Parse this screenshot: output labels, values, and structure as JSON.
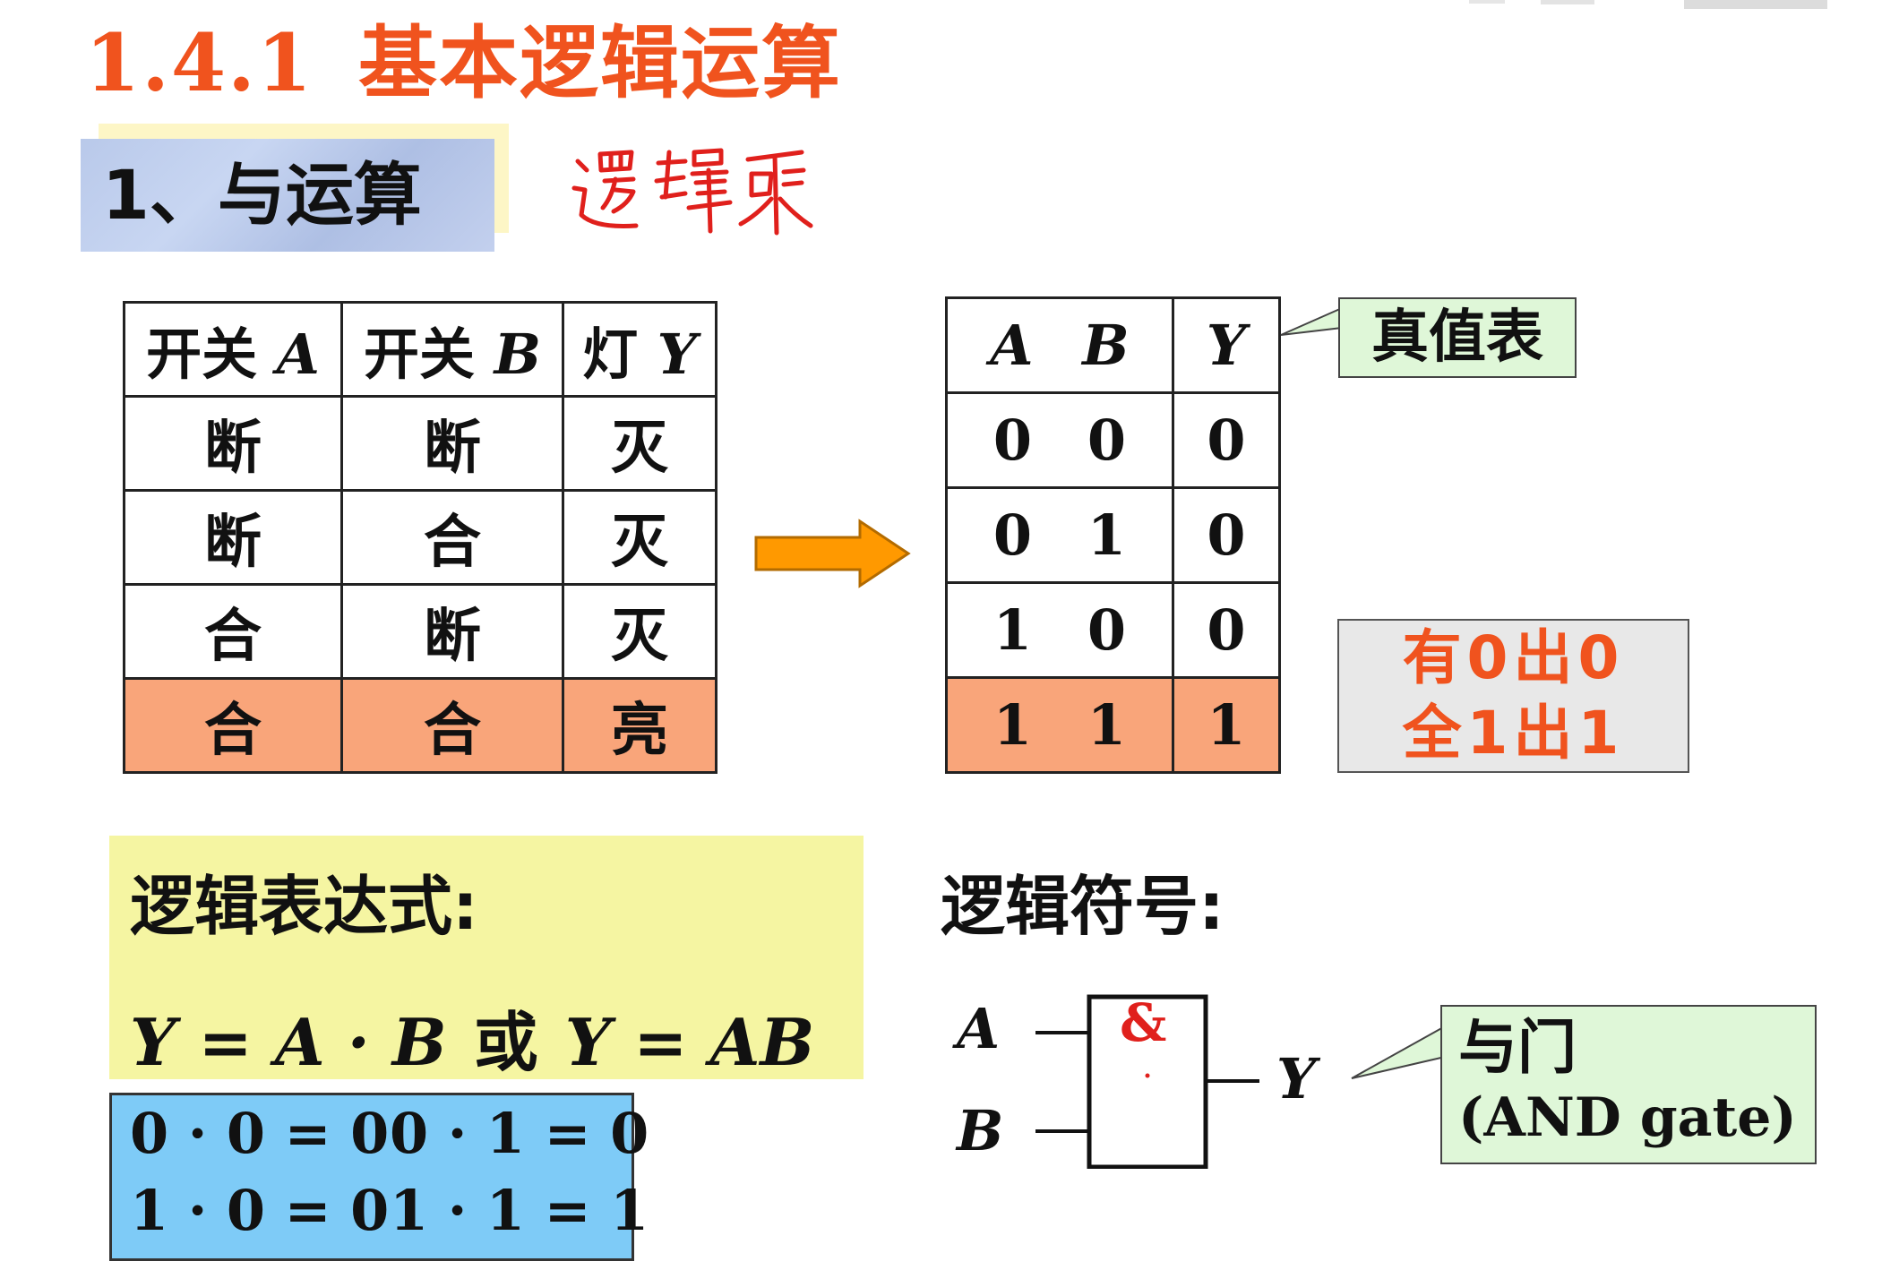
{
  "heading": {
    "number": "1.4.1",
    "text": "基本逻辑运算"
  },
  "section": {
    "label": "1、与运算",
    "handwritten_note": "逻辑乘"
  },
  "switch_table": {
    "headers": [
      {
        "prefix": "开关",
        "var": "A"
      },
      {
        "prefix": "开关",
        "var": "B"
      },
      {
        "prefix": "灯",
        "var": "Y"
      }
    ],
    "rows": [
      [
        "断",
        "断",
        "灭"
      ],
      [
        "断",
        "合",
        "灭"
      ],
      [
        "合",
        "断",
        "灭"
      ],
      [
        "合",
        "合",
        "亮"
      ]
    ]
  },
  "truth_table": {
    "headers": [
      "A",
      "B",
      "Y"
    ],
    "rows": [
      [
        "0",
        "0",
        "0"
      ],
      [
        "0",
        "1",
        "0"
      ],
      [
        "1",
        "0",
        "0"
      ],
      [
        "1",
        "1",
        "1"
      ]
    ]
  },
  "truth_table_callout": "真值表",
  "rule": {
    "line1": "有0出0",
    "line2": "全1出1"
  },
  "expression": {
    "title": "逻辑表达式:",
    "form1": "Y = A · B",
    "or_word": "或",
    "form2": "Y = AB"
  },
  "products": {
    "row1": [
      "0 · 0 = 0",
      "0 · 1 = 0"
    ],
    "row2": [
      "1 · 0 = 0",
      "1 · 1 = 1"
    ]
  },
  "symbol": {
    "title": "逻辑符号:",
    "input_a": "A",
    "input_b": "B",
    "output": "Y",
    "gate_mark": "&"
  },
  "gate_callout": {
    "line1": "与门",
    "line2": "(AND gate)"
  },
  "colors": {
    "title": "#f0531e",
    "highlight_row": "#f9a57a",
    "arrow": "#ff9900",
    "callout_green": "#dff7d8",
    "expr_yellow": "#f5f5a2",
    "products_blue": "#7ecbf7"
  }
}
